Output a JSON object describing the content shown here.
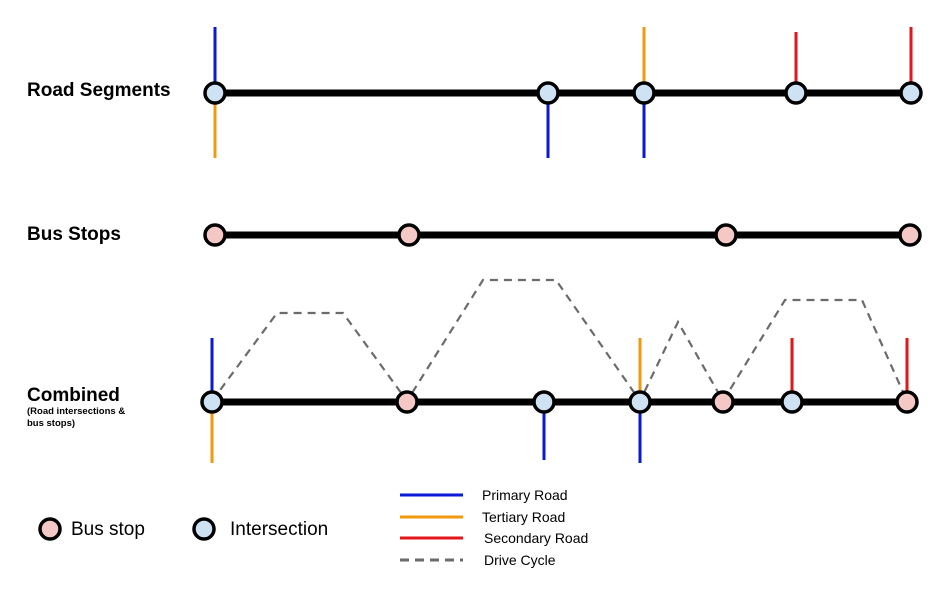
{
  "labels": {
    "road_segments": "Road Segments",
    "bus_stops": "Bus Stops",
    "combined": "Combined",
    "combined_sub_1": "(Road intersections &",
    "combined_sub_2": "bus stops)"
  },
  "legend": {
    "bus_stop": "Bus stop",
    "intersection": "Intersection",
    "primary_road": "Primary Road",
    "tertiary_road": "Tertiary Road",
    "secondary_road": "Secondary Road",
    "drive_cycle": "Drive Cycle"
  },
  "colors": {
    "primary_road": "#0a1ad6",
    "tertiary_road": "#f29a0e",
    "secondary_road": "#e3161a",
    "drive_cycle": "#6b6b6b",
    "bus_stop_fill": "#f4c8c4",
    "intersection_fill": "#cfe2f3",
    "track": "#000000"
  },
  "icons": [
    "bus-stop-marker-icon",
    "intersection-marker-icon"
  ]
}
